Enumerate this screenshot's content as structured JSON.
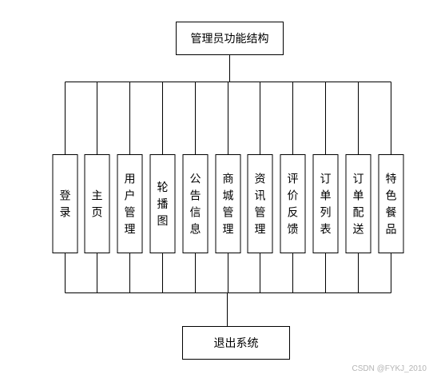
{
  "top_node": {
    "label": "管理员功能结构"
  },
  "bottom_node": {
    "label": "退出系统"
  },
  "modules": [
    {
      "label": "登录"
    },
    {
      "label": "主页"
    },
    {
      "label": "用户管理"
    },
    {
      "label": "轮播图"
    },
    {
      "label": "公告信息"
    },
    {
      "label": "商城管理"
    },
    {
      "label": "资讯管理"
    },
    {
      "label": "评价反馈"
    },
    {
      "label": "订单列表"
    },
    {
      "label": "订单配送"
    },
    {
      "label": "特色餐品"
    }
  ],
  "watermark": "CSDN @FYKJ_2010"
}
